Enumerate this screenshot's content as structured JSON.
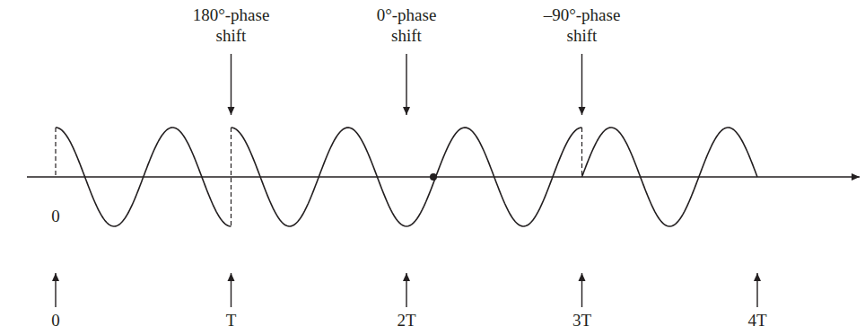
{
  "diagram": {
    "labels": [
      "180°-phase shift",
      "0°-phase shift",
      "–90°-phase shift",
      "0",
      "0",
      "T",
      "2T",
      "3T",
      "4T"
    ]
  }
}
